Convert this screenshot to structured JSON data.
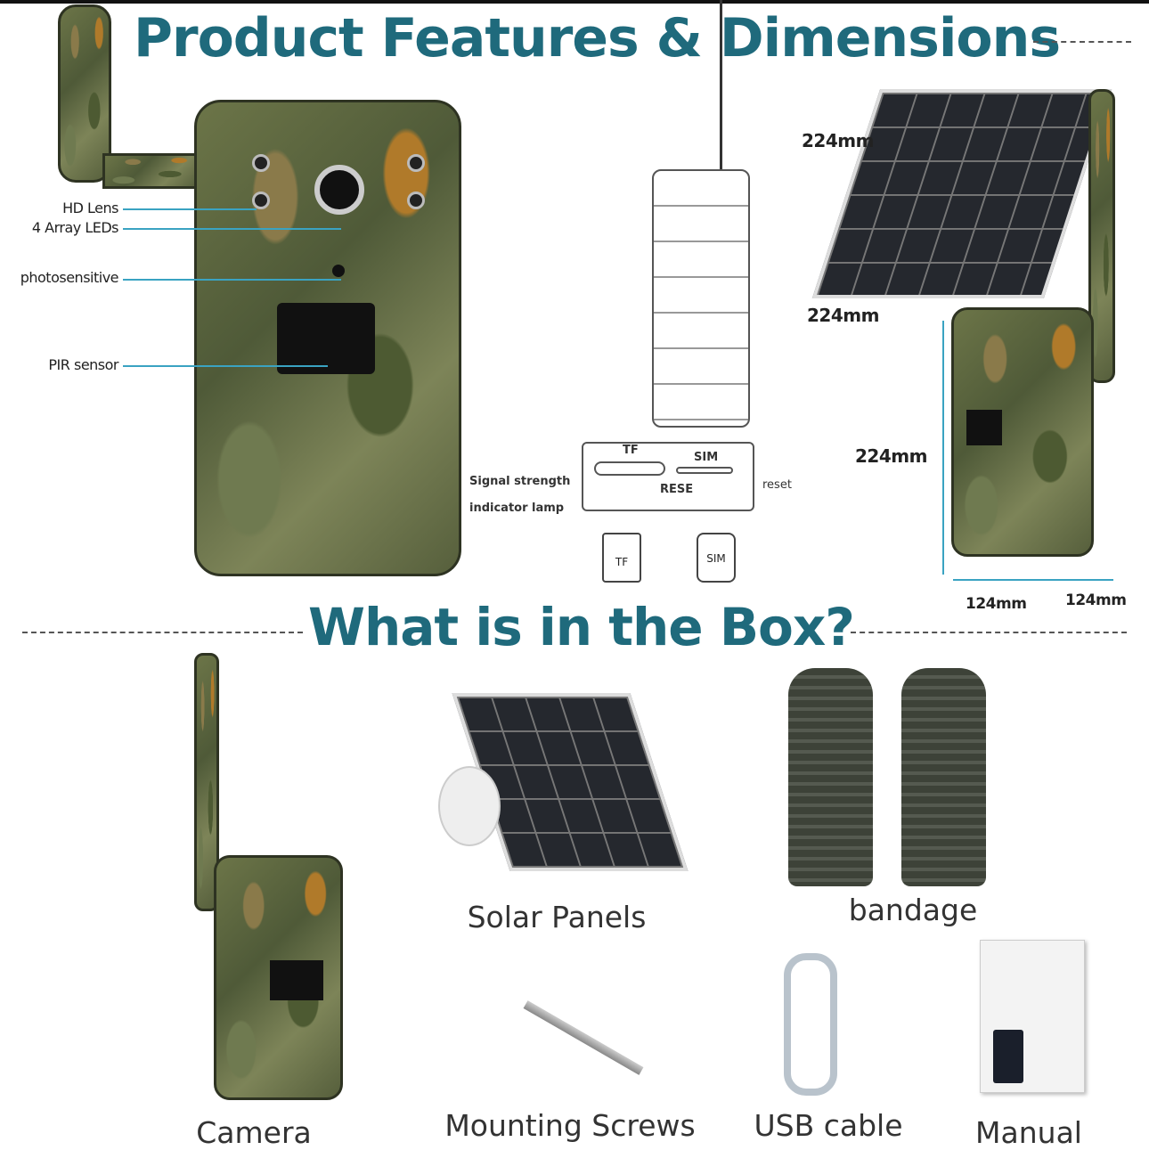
{
  "features": {
    "title": "Product Features & Dimensions",
    "callouts": [
      "HD Lens",
      "4 Array LEDs",
      "photosensitive",
      "PIR sensor"
    ],
    "slot_panel": {
      "tf": "TF",
      "sim": "SIM",
      "reset_mark": "RESE",
      "signal_line1": "Signal strength",
      "signal_line2": "indicator lamp",
      "reset": "reset",
      "tf_card": "TF",
      "sim_card": "SIM"
    },
    "dimensions": {
      "panel_width": "224mm",
      "panel_height": "224mm",
      "camera_height": "224mm",
      "camera_width": "124mm",
      "camera_depth": "124mm"
    }
  },
  "box": {
    "title": "What is in the Box?",
    "items": [
      "Camera",
      "Solar Panels",
      "bandage",
      "Mounting Screws",
      "USB cable",
      "Manual"
    ]
  },
  "colors": {
    "title": "#1f6a7c",
    "leader": "#3aa3c2"
  }
}
